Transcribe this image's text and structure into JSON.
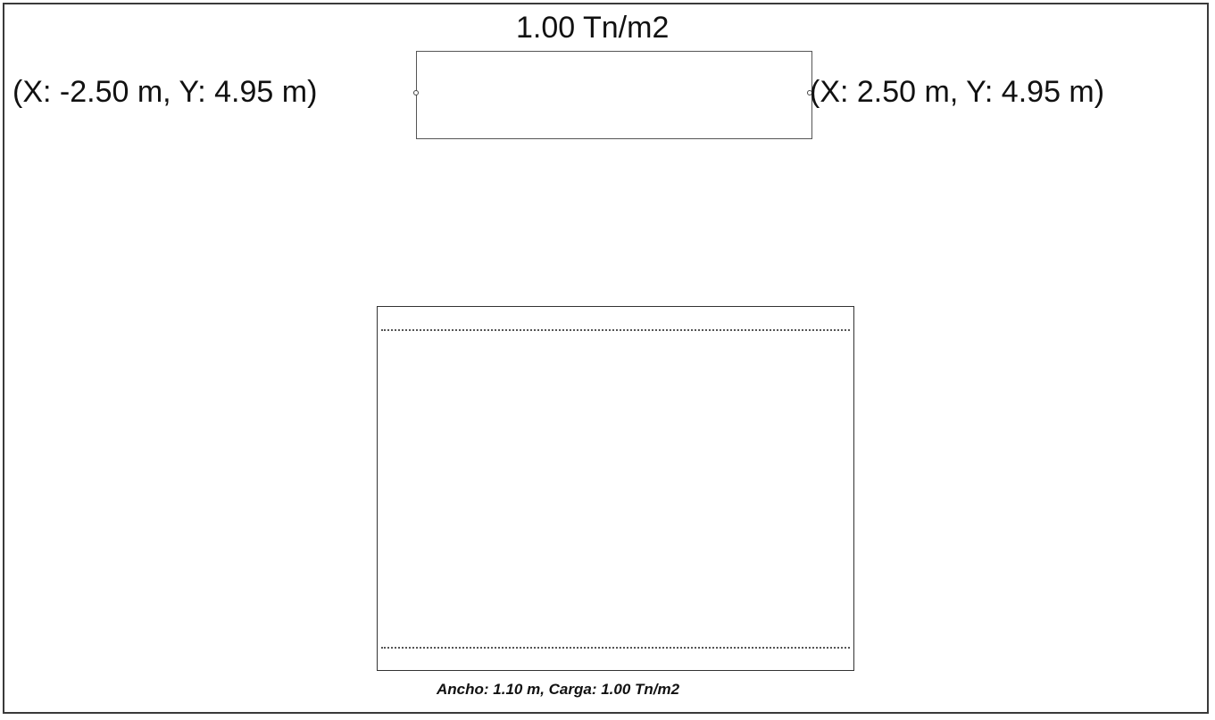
{
  "load": {
    "label": "1.00 Tn/m2"
  },
  "coordinates": {
    "left": "(X: -2.50 m, Y: 4.95 m)",
    "right": "(X: 2.50 m, Y: 4.95 m)"
  },
  "section": {
    "caption": "Ancho: 1.10 m, Carga: 1.00 Tn/m2"
  }
}
